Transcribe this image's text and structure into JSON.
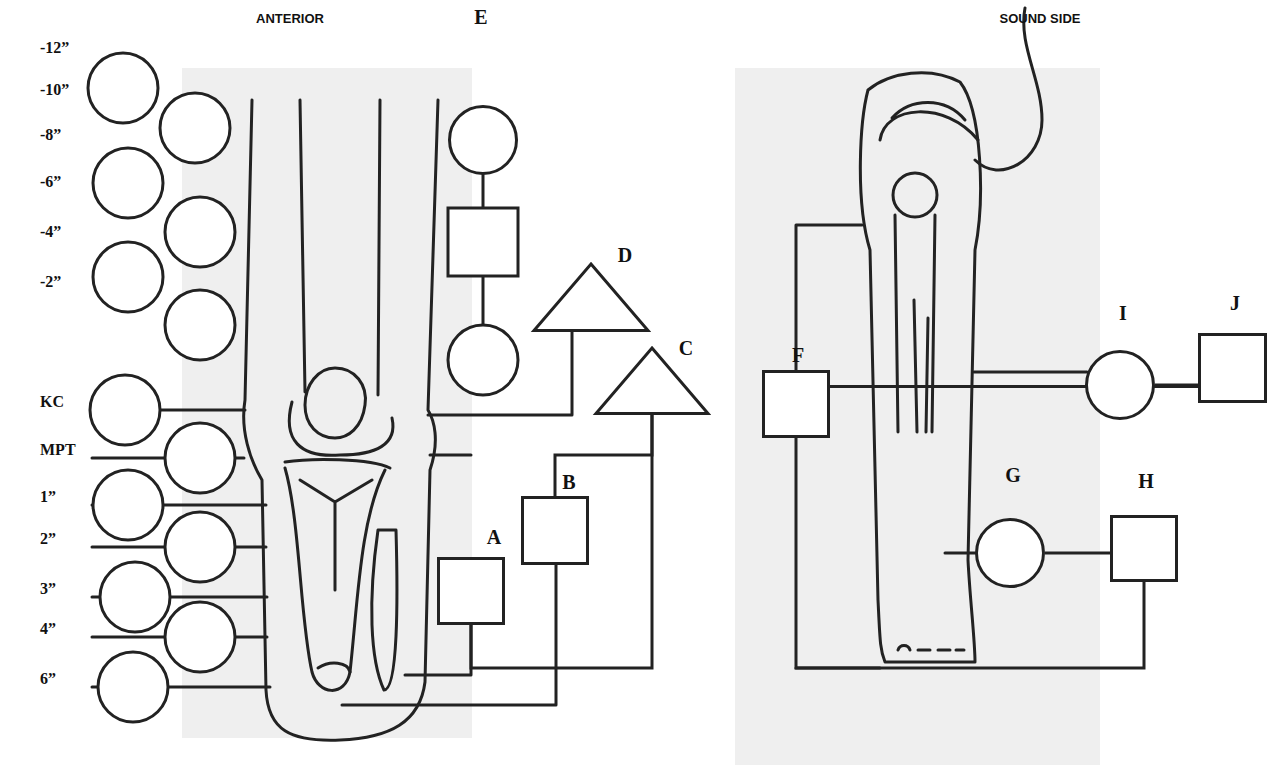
{
  "diagram": {
    "nodes": [
      {
        "text": [
          "E"
        ]
      },
      {
        "text": [
          "D"
        ]
      },
      {
        "text": [
          "C"
        ]
      },
      {
        "text": [
          "B"
        ]
      },
      {
        "text": [
          "A"
        ]
      },
      {
        "text": [
          "F"
        ]
      },
      {
        "text": [
          "I"
        ]
      },
      {
        "text": [
          "J"
        ]
      },
      {
        "text": [
          "G"
        ]
      },
      {
        "text": [
          "H"
        ]
      }
    ],
    "edges": [
      {
        "from": 2,
        "to": 3,
        "arrow": "none"
      },
      {
        "from": 2,
        "to": 4,
        "arrow": "none"
      },
      {
        "from": 5,
        "to": 9,
        "arrow": "none"
      },
      {
        "from": 5,
        "to": 7,
        "arrow": "none"
      },
      {
        "from": 6,
        "to": 7,
        "arrow": "none"
      },
      {
        "from": 8,
        "to": 9,
        "arrow": "none"
      }
    ],
    "labels": [
      "ANTERIOR",
      "SOUND SIDE",
      "-12”",
      "-10”",
      "-8”",
      "-6”",
      "-4”",
      "-2”",
      "KC",
      "MPT",
      "1”",
      "2”",
      "3”",
      "4”",
      "6”"
    ]
  }
}
